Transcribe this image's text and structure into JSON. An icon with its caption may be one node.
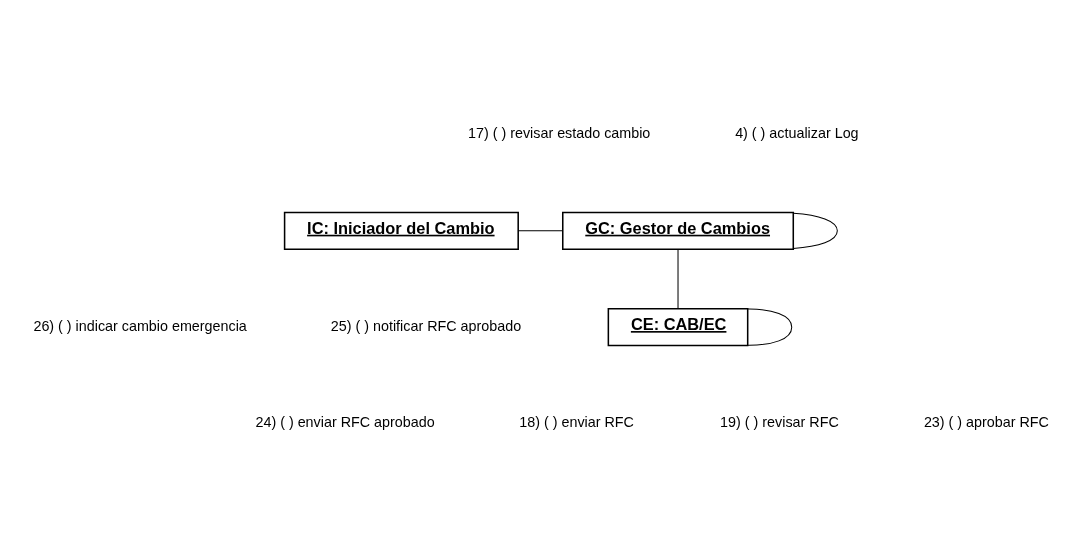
{
  "diagram": {
    "nodes": [
      {
        "text": [
          "IC: Iniciador del Cambio"
        ]
      },
      {
        "text": [
          "GC: Gestor de Cambios"
        ]
      },
      {
        "text": [
          "CE: CAB/EC"
        ]
      }
    ],
    "edges": [
      {
        "from": 0,
        "to": 1,
        "arrow": "none"
      },
      {
        "from": 1,
        "to": 1,
        "arrow": "none"
      },
      {
        "from": 1,
        "to": 2,
        "arrow": "none"
      },
      {
        "from": 2,
        "to": 2,
        "arrow": "none"
      }
    ],
    "labels": [
      "17) ( ) revisar estado cambio",
      "4) ( ) actualizar Log",
      "26) ( ) indicar cambio emergencia",
      "25) ( ) notificar RFC aprobado",
      "24) ( ) enviar RFC aprobado",
      "18) ( ) enviar RFC",
      "19) ( ) revisar RFC",
      "23) ( ) aprobar RFC"
    ]
  }
}
